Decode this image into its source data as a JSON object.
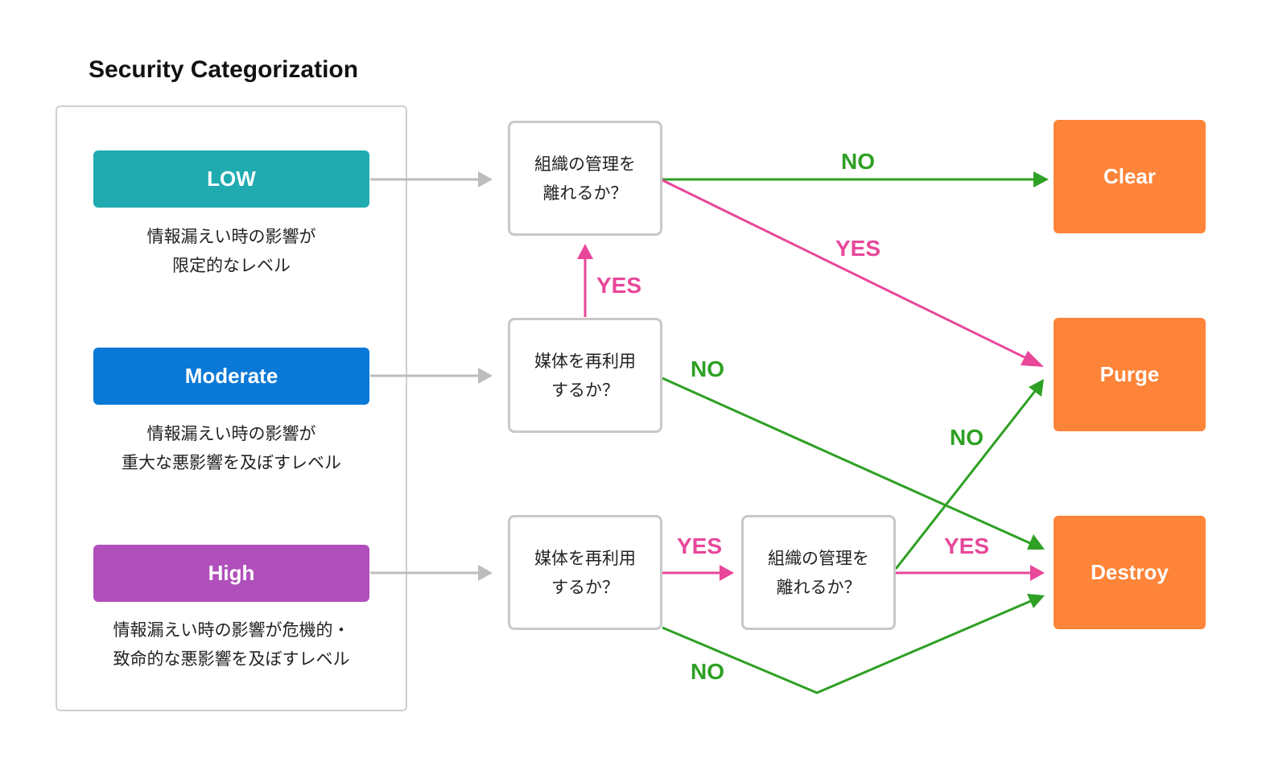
{
  "title": "Security Categorization",
  "categories": [
    {
      "label": "LOW",
      "desc1": "情報漏えい時の影響が",
      "desc2": "限定的なレベル",
      "color": "#20abb1"
    },
    {
      "label": "Moderate",
      "desc1": "情報漏えい時の影響が",
      "desc2": "重大な悪影響を及ぼすレベル",
      "color": "#0a78d6"
    },
    {
      "label": "High",
      "desc1": "情報漏えい時の影響が危機的・",
      "desc2": "致命的な悪影響を及ぼすレベル",
      "color": "#b04fbb"
    }
  ],
  "questions": {
    "q_low": {
      "line1": "組織の管理を",
      "line2": "離れるか？"
    },
    "q_mod": {
      "line1": "媒体を再利用",
      "line2": "するか？"
    },
    "q_high": {
      "line1": "媒体を再利用",
      "line2": "するか？"
    },
    "q_high2": {
      "line1": "組織の管理を",
      "line2": "離れるか？"
    }
  },
  "outcomes": [
    "Clear",
    "Purge",
    "Destroy"
  ],
  "outcome_color": "#fd8438",
  "edge_labels": {
    "yes": "YES",
    "no": "NO"
  },
  "colors": {
    "yes": "#e8479a",
    "no": "#2ea024",
    "neutral": "#bdbdbd"
  }
}
